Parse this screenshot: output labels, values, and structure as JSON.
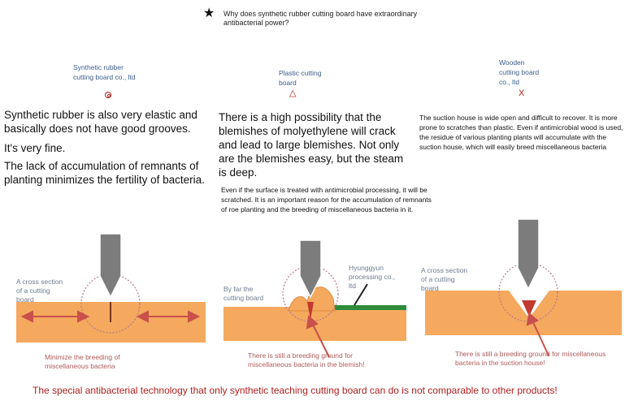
{
  "header": {
    "star": "★",
    "title": "Why does synthetic rubber cutting board have extraordinary antibacterial power?"
  },
  "columns": {
    "rubber": {
      "name": "Synthetic rubber cutting board co., ltd",
      "symbol": "◎",
      "paragraphs": [
        "Synthetic rubber is also very elastic and basically does not have good grooves.",
        "It's very fine.",
        "The lack of accumulation of remnants of planting minimizes the fertility of bacteria."
      ],
      "diagram_label": "A cross section of a cutting board",
      "caption": "Minimize the breeding of miscellaneous bacteria"
    },
    "plastic": {
      "name": "Plastic cutting board",
      "symbol": "△",
      "paragraph": "There is a high possibility that the blemishes of molyethylene will crack and lead to large blemishes. Not only are the blemishes easy, but the steam is deep.",
      "note": "Even if the surface is treated with antimicrobial processing, it will be scratched. It is an important reason for the accumulation of remnants of roe planting and the breeding of miscellaneous bacteria in it.",
      "diagram_label": "By far the cutting board",
      "layer_label": "Hyunggyun processing co., ltd",
      "caption": "There is still a breeding ground for miscellaneous bacteria in the blemish!"
    },
    "wooden": {
      "name": "Wooden cutting board co., ltd",
      "symbol": "X",
      "paragraph": "The suction house is wide open and difficult to recover. It is more prone to scratches than plastic. Even if antimicrobial wood is used, the residue of various planting plants will accumulate with the suction house, which will easily breed miscellaneous bacteria",
      "diagram_label": "A cross section of a cutting board",
      "caption": "There is still a breeding ground for miscellaneous bacteria in the suction house!"
    }
  },
  "footer": "The special antibacterial technology that only synthetic teaching cutting board can do is not comparable to other products!",
  "colors": {
    "board": "#f4a95e",
    "blade": "#7c7c7c",
    "accent_red": "#b0201f",
    "arrow_red": "#c9504b",
    "green_layer": "#2e8b3a"
  }
}
